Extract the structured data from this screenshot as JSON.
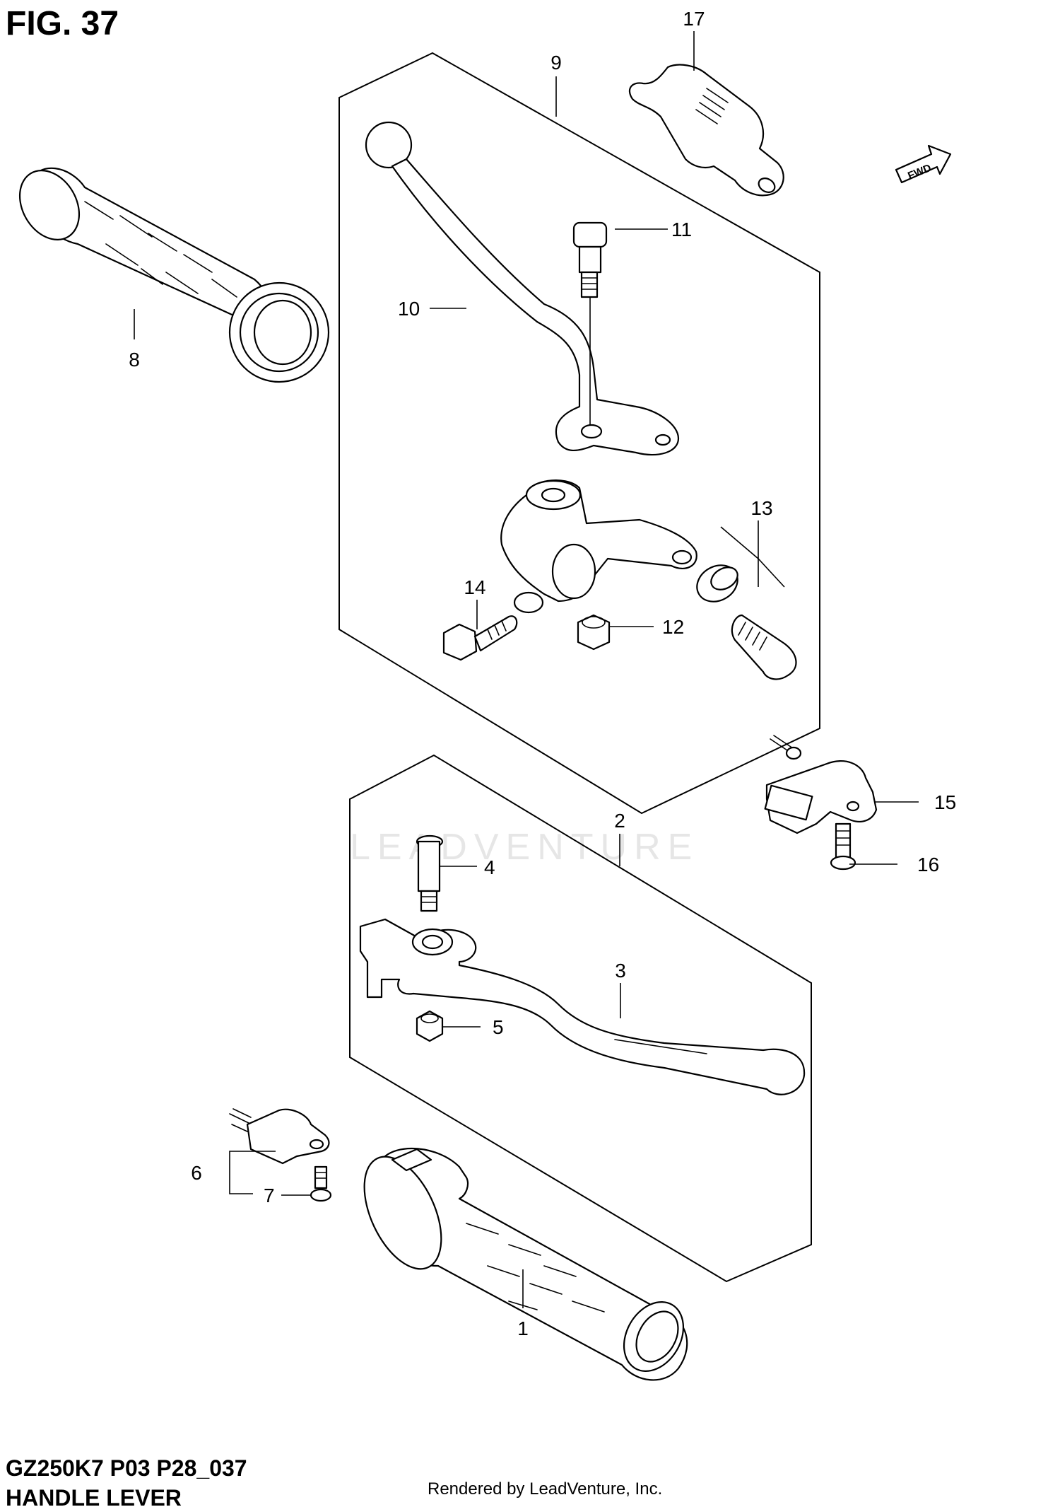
{
  "figure": {
    "title": "FIG. 37",
    "code": "GZ250K7 P03 P28_037",
    "subtitle": "HANDLE LEVER",
    "credit": "Rendered by LeadVenture, Inc.",
    "watermark": "LEADVENTURE",
    "fwd_label": "FWD"
  },
  "callouts": {
    "c1": "1",
    "c2": "2",
    "c3": "3",
    "c4": "4",
    "c5": "5",
    "c6": "6",
    "c7": "7",
    "c8": "8",
    "c9": "9",
    "c10": "10",
    "c11": "11",
    "c12": "12",
    "c13": "13",
    "c14": "14",
    "c15": "15",
    "c16": "16",
    "c17": "17"
  }
}
